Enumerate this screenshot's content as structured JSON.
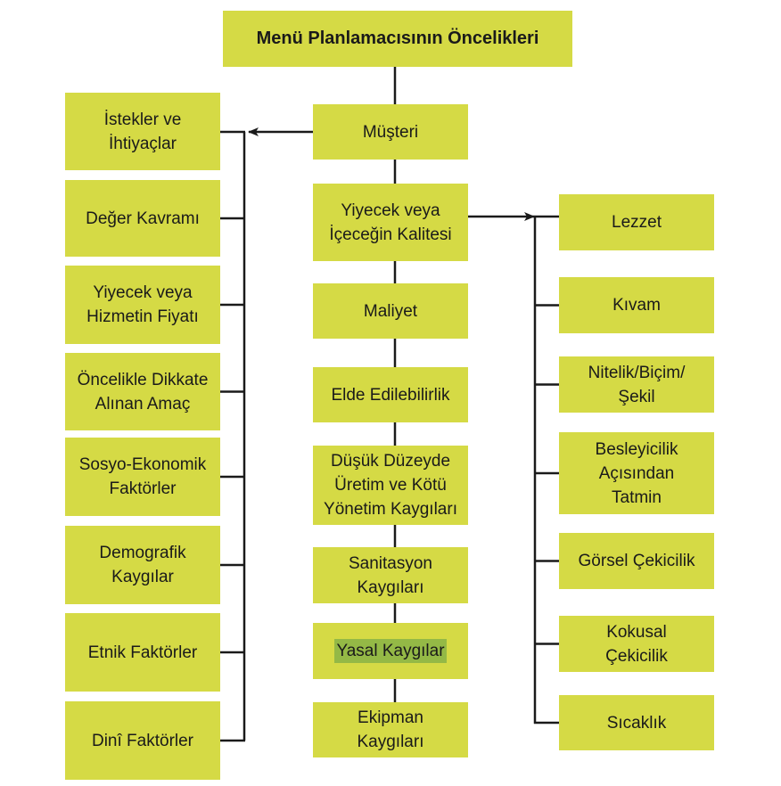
{
  "title": "Menü Planlamacısının Öncelikleri",
  "center": [
    {
      "label": "Müşteri"
    },
    {
      "label": "Yiyecek veya\nİçeceğin Kalitesi"
    },
    {
      "label": "Maliyet"
    },
    {
      "label": "Elde Edilebilirlik"
    },
    {
      "label": "Düşük Düzeyde\nÜretim ve Kötü\nYönetim Kaygıları"
    },
    {
      "label": "Sanitasyon\nKaygıları"
    },
    {
      "label": "Yasal Kaygılar",
      "highlighted": true
    },
    {
      "label": "Ekipman\nKaygıları"
    }
  ],
  "left": [
    {
      "label": "İstekler ve\nİhtiyaçlar"
    },
    {
      "label": "Değer Kavramı"
    },
    {
      "label": "Yiyecek veya\nHizmetin Fiyatı"
    },
    {
      "label": "Öncelikle Dikkate\nAlınan Amaç"
    },
    {
      "label": "Sosyo-Ekonomik\nFaktörler"
    },
    {
      "label": "Demografik\nKaygılar"
    },
    {
      "label": "Etnik Faktörler"
    },
    {
      "label": "Dinî Faktörler"
    }
  ],
  "right": [
    {
      "label": "Lezzet"
    },
    {
      "label": "Kıvam"
    },
    {
      "label": "Nitelik/Biçim/\nŞekil"
    },
    {
      "label": "Besleyicilik\nAçısından\nTatmin"
    },
    {
      "label": "Görsel Çekicilik"
    },
    {
      "label": "Kokusal\nÇekicilik"
    },
    {
      "label": "Sıcaklık"
    }
  ],
  "colors": {
    "box": "#d5da45",
    "highlight": "#94b946",
    "line": "#1a1a1a"
  }
}
